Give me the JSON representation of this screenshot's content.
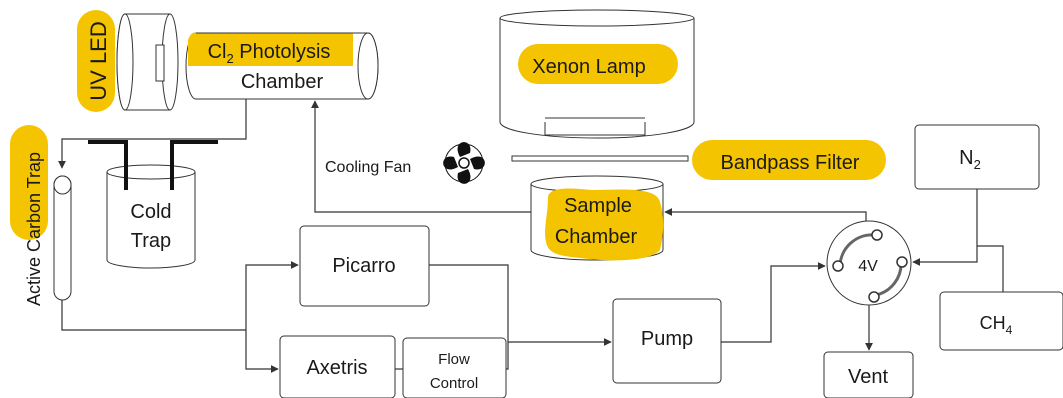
{
  "colors": {
    "highlight": "#F5C400",
    "stroke": "#333333",
    "fill": "#ffffff"
  },
  "labels": {
    "uv_led": "UV LED",
    "cl2_photolysis_chamber": {
      "cl": "Cl",
      "sub": "2",
      "rest": " Photolysis",
      "line2": "Chamber"
    },
    "xenon_lamp": "Xenon Lamp",
    "cooling_fan": "Cooling Fan",
    "bandpass_filter": "Bandpass Filter",
    "sample_chamber": {
      "line1": "Sample",
      "line2": "Chamber"
    },
    "active_carbon_trap": "Active Carbon Trap",
    "cold_trap": {
      "line1": "Cold",
      "line2": "Trap"
    },
    "picarro": "Picarro",
    "axetris": "Axetris",
    "flow_control": {
      "line1": "Flow",
      "line2": "Control"
    },
    "pump": "Pump",
    "valve": "4V",
    "vent": "Vent",
    "n2": {
      "main": "N",
      "sub": "2"
    },
    "ch4": {
      "main": "CH",
      "sub": "4"
    }
  },
  "icons": [
    "fan-icon",
    "cold-trap-icon",
    "four-way-valve-icon",
    "uv-led-icon"
  ]
}
